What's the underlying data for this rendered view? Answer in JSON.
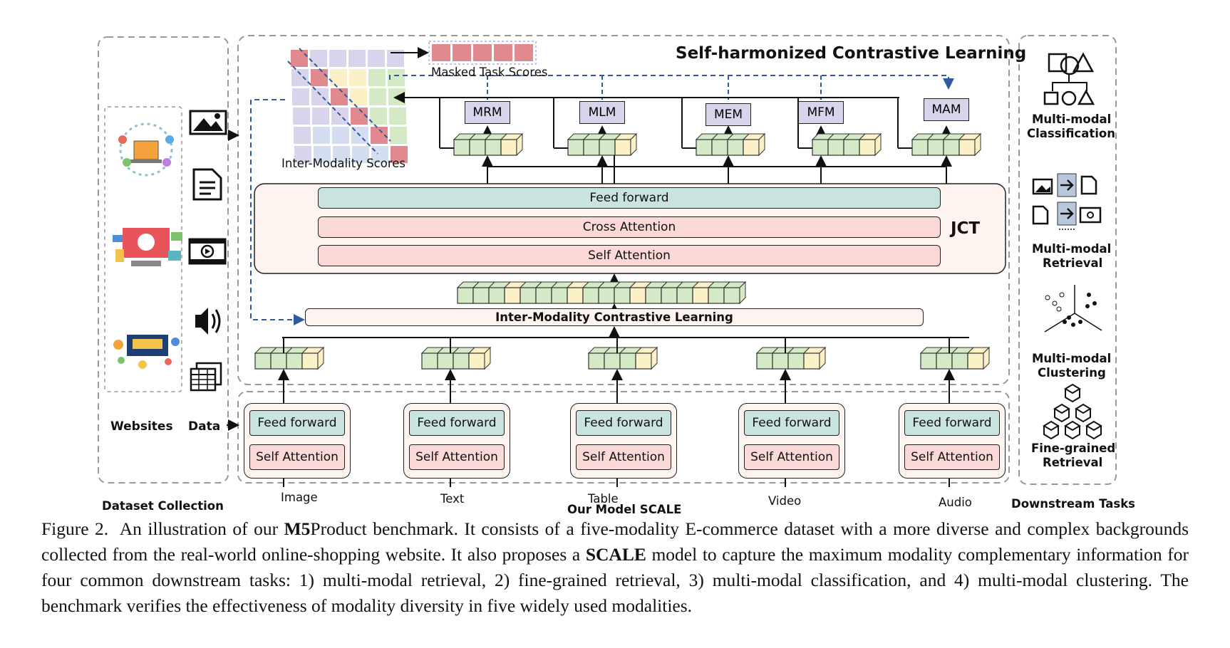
{
  "figure": {
    "dataset_collection": {
      "title": "Dataset Collection",
      "websites_label": "Websites",
      "data_label": "Data"
    },
    "model": {
      "title": "Our Model SCALE",
      "shcl_title": "Self-harmonized Contrastive Learning",
      "masked_task_scores": "Masked Task Scores",
      "inter_modality_scores": "Inter-Modality Scores",
      "tasks": [
        "MRM",
        "MLM",
        "MEM",
        "MFM",
        "MAM"
      ],
      "jct": {
        "label": "JCT",
        "feed_forward": "Feed forward",
        "cross_attention": "Cross Attention",
        "self_attention": "Self Attention"
      },
      "imcl": "Inter-Modality Contrastive Learning",
      "encoder": {
        "feed_forward": "Feed forward",
        "self_attention": "Self Attention"
      },
      "modalities": [
        "Image",
        "Text",
        "Table",
        "Video",
        "Audio"
      ]
    },
    "downstream": {
      "title": "Downstream Tasks",
      "tasks": [
        [
          "Multi-modal",
          "Classification"
        ],
        [
          "Multi-modal",
          "Retrieval"
        ],
        [
          "Multi-modal",
          "Clustering"
        ],
        [
          "Fine-grained",
          "Retrieval"
        ]
      ]
    },
    "icons": [
      "image-icon",
      "document-icon",
      "video-icon",
      "speaker-icon",
      "table-icon",
      "ecommerce-illustration"
    ],
    "colors": {
      "teal": "#c9e3e0",
      "pink": "#fbd9d6",
      "purple": "#d9d3ec",
      "green": "#d4e9c6",
      "yellow": "#fbf0c6",
      "dashed_blue": "#2f5a9e"
    }
  },
  "caption": {
    "prefix": "Figure 2.",
    "t1": "An illustration of our",
    "b1": "M5",
    "t2": "Product benchmark. It consists of a five-modality E-commerce dataset with a more diverse and complex backgrounds collected from the real-world online-shopping website. It also proposes a",
    "b2": "SCALE",
    "t3": "model to capture the maximum modality complementary information for four common downstream tasks: 1) multi-modal retrieval, 2) fine-grained retrieval, 3) multi-modal classification, and 4) multi-modal clustering. The benchmark verifies the effectiveness of modality diversity in five widely used modalities."
  }
}
